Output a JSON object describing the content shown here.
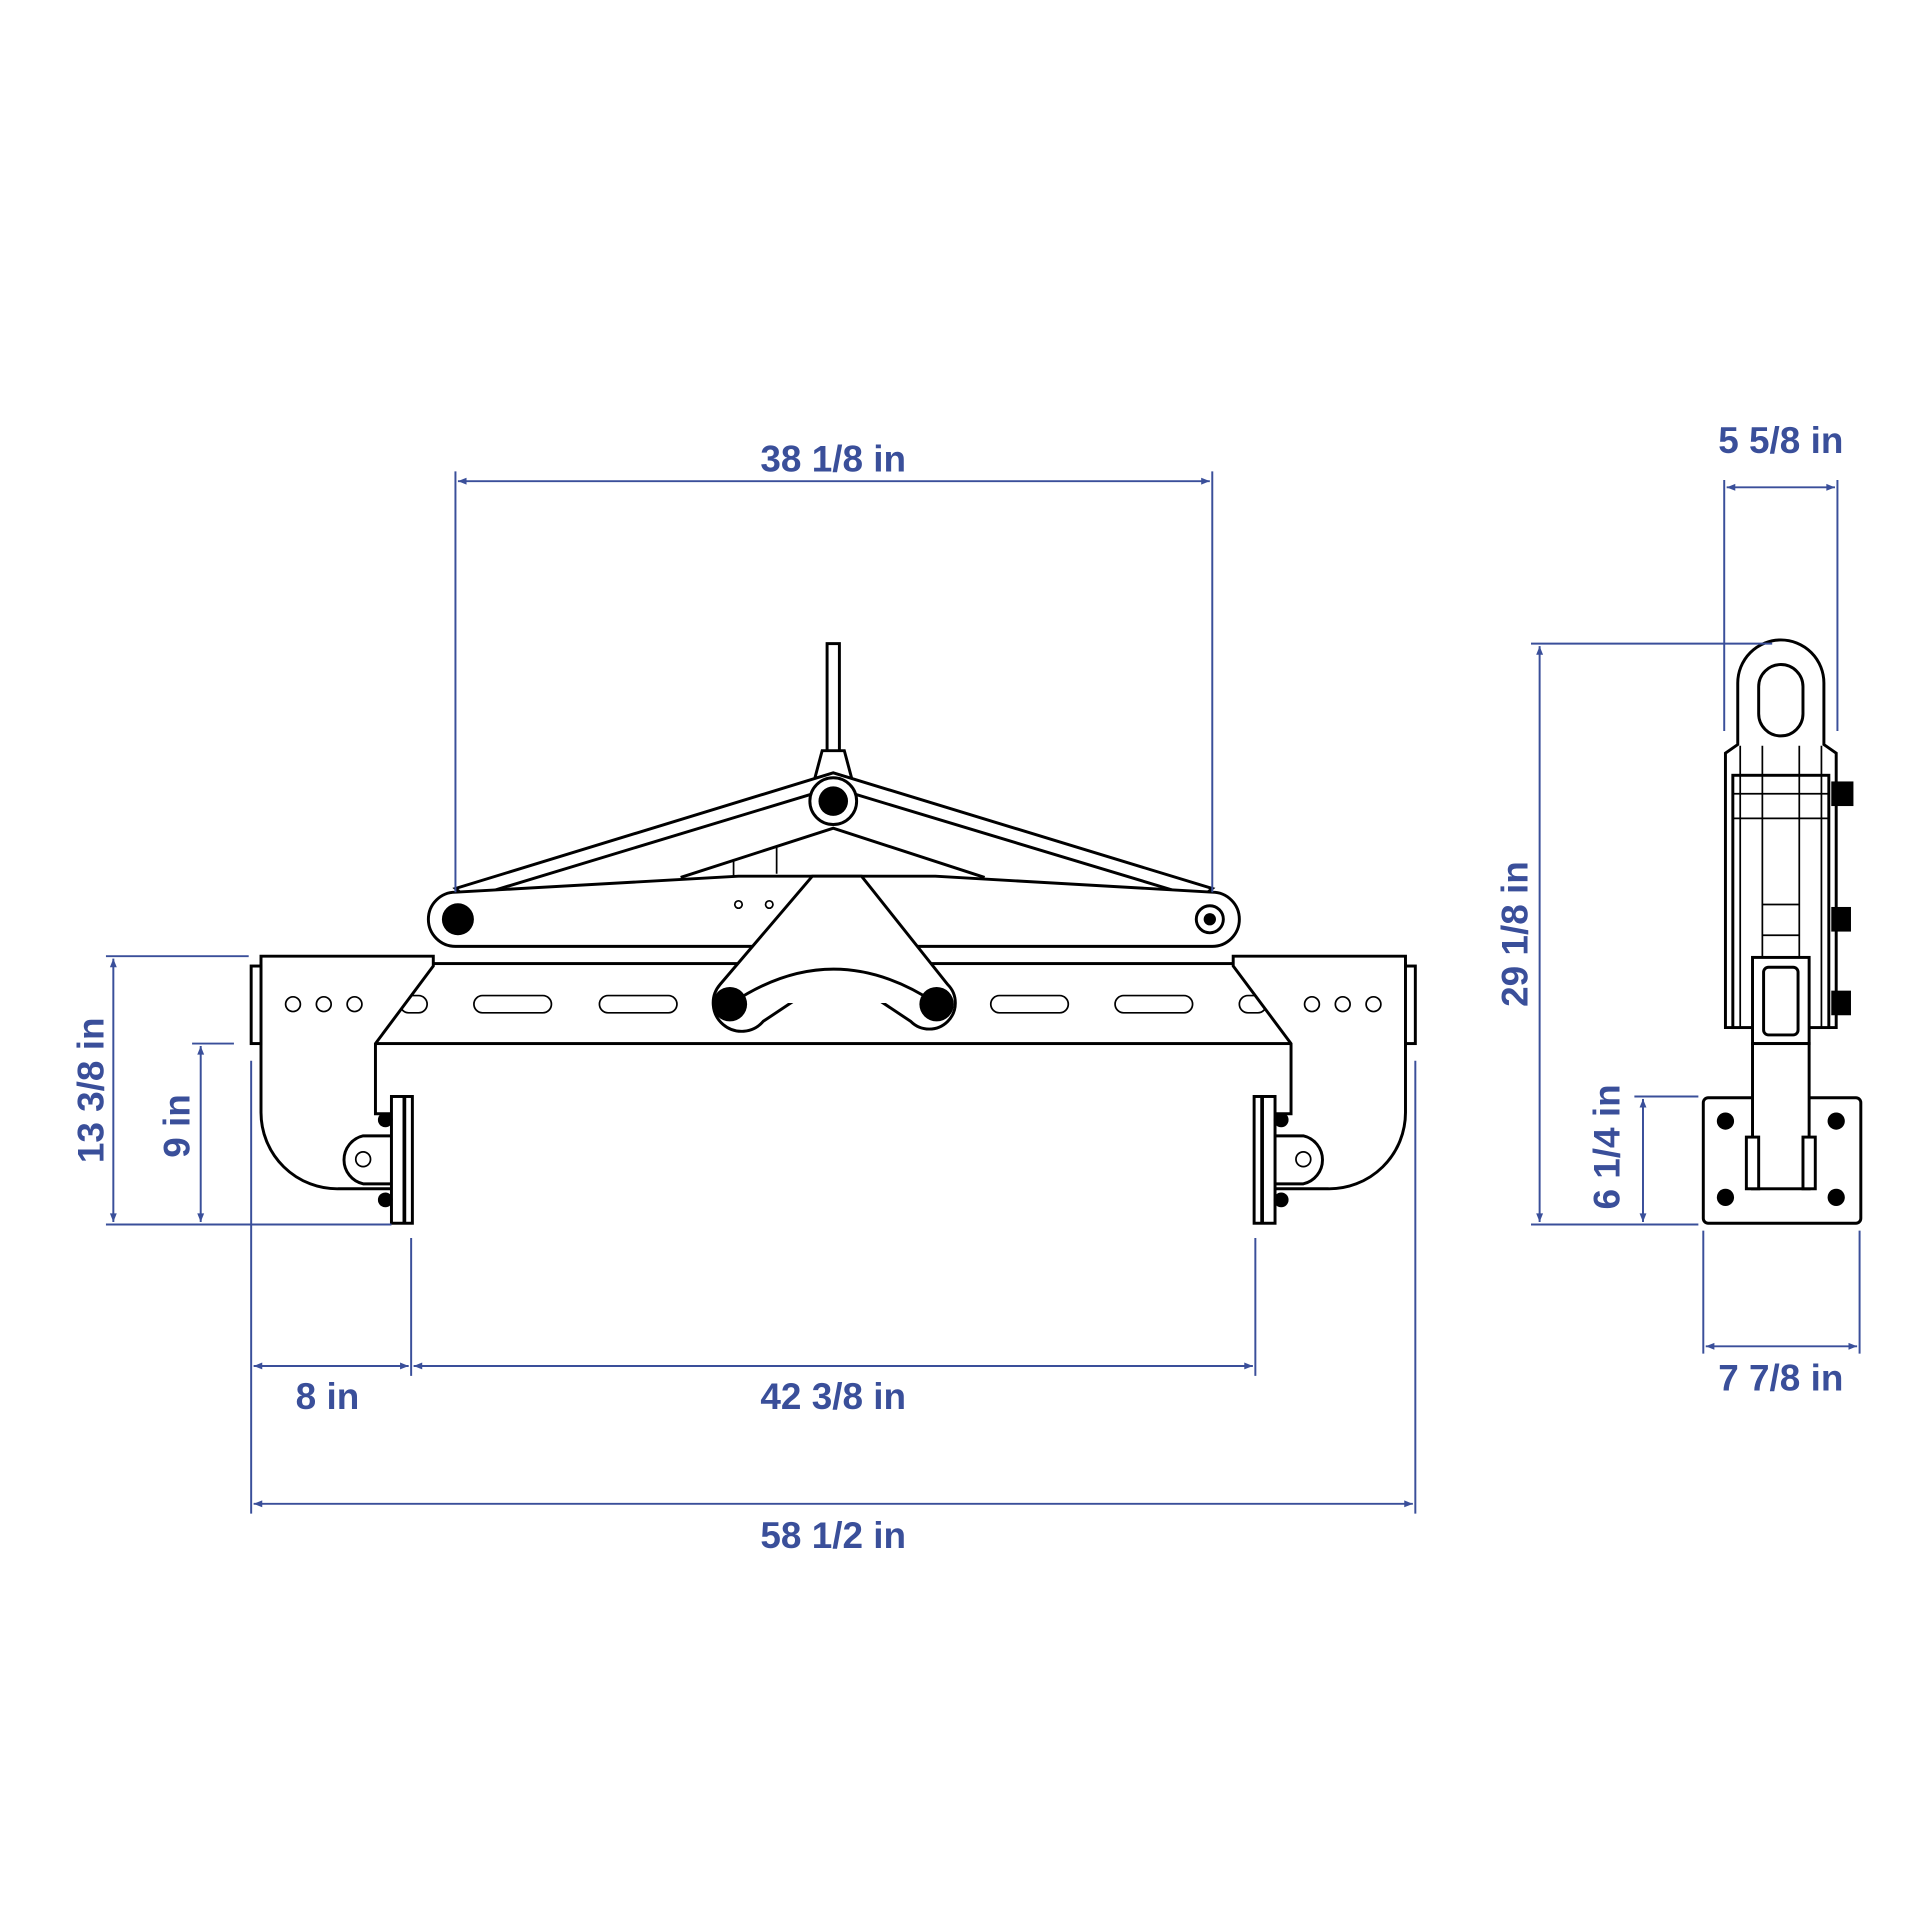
{
  "dimensions": {
    "pivot_span": "38 1/8 in",
    "side_width": "5 5/8 in",
    "total_height": "29 1/8 in",
    "beam_height": "13 3/8 in",
    "jaw_height": "9 in",
    "pad_height": "6 1/4 in",
    "end_offset": "8 in",
    "jaw_opening": "42 3/8 in",
    "overall_length": "58 1/2 in",
    "pad_width": "7 7/8 in"
  },
  "colors": {
    "dimension": "#3a4f9a",
    "drawing": "#000000"
  }
}
